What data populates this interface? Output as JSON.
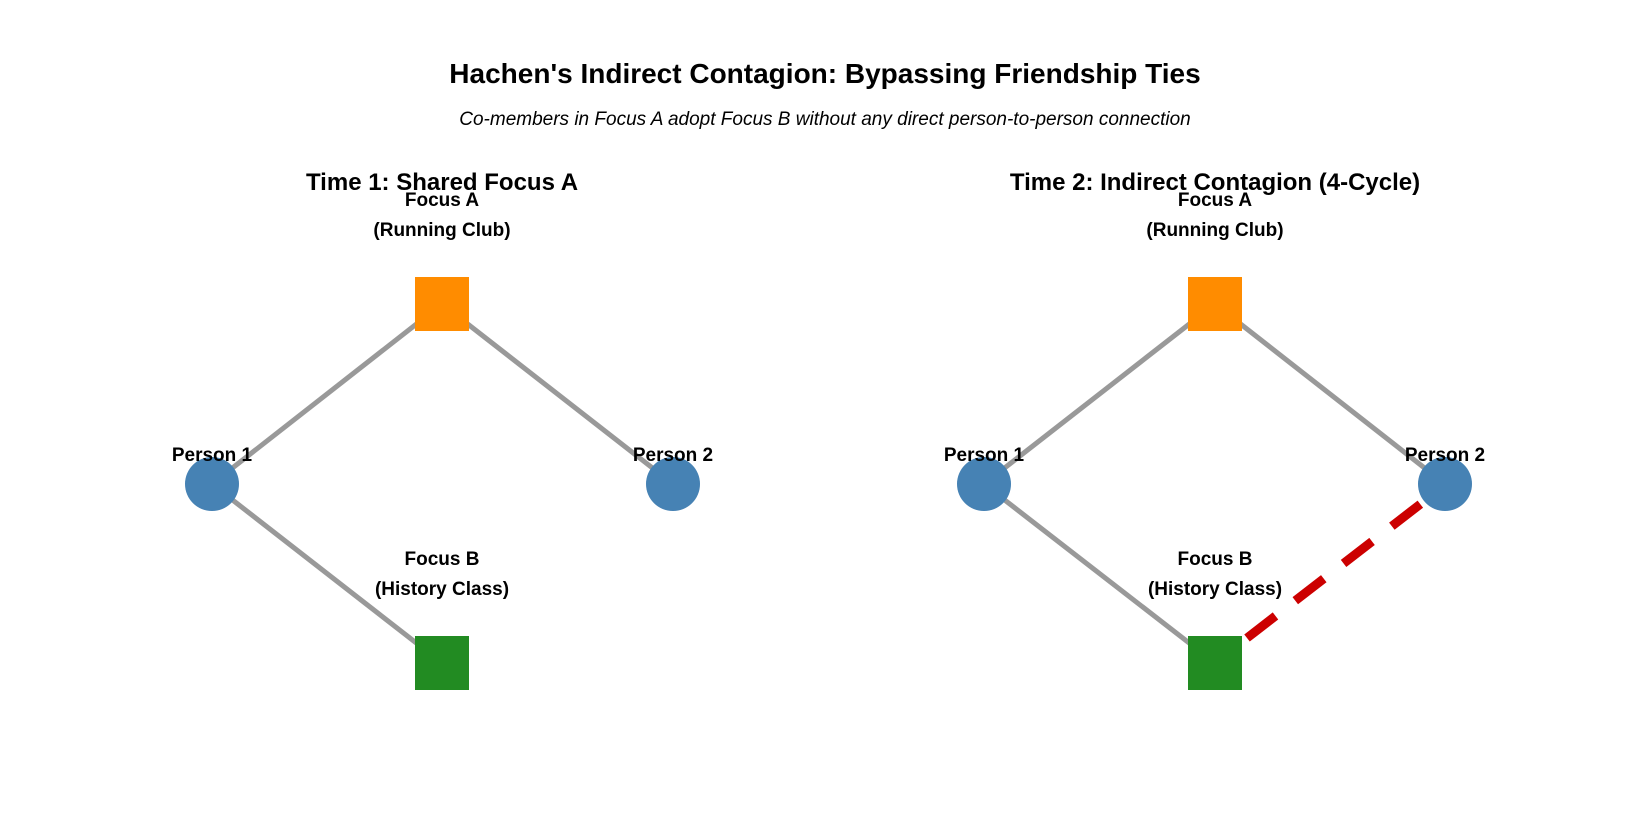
{
  "figure": {
    "title": "Hachen's Indirect Contagion: Bypassing Friendship Ties",
    "subtitle": "Co-members in Focus A adopt Focus B without any direct person-to-person connection"
  },
  "colors": {
    "person": "#4682B4",
    "focus_a": "#FF8C00",
    "focus_b": "#228B22",
    "tie": "#999999",
    "new_tie": "#CC0000"
  },
  "panels": [
    {
      "title": "Time 1: Shared Focus A",
      "nodes": {
        "focus_a": {
          "line1": "Focus A",
          "line2": "(Running Club)"
        },
        "person1": {
          "label": "Person 1"
        },
        "person2": {
          "label": "Person 2"
        },
        "focus_b": {
          "line1": "Focus B",
          "line2": "(History Class)"
        }
      },
      "edges": [
        {
          "from": "person1",
          "to": "focus_a",
          "style": "solid"
        },
        {
          "from": "person2",
          "to": "focus_a",
          "style": "solid"
        },
        {
          "from": "person1",
          "to": "focus_b",
          "style": "solid"
        }
      ]
    },
    {
      "title": "Time 2: Indirect Contagion (4-Cycle)",
      "nodes": {
        "focus_a": {
          "line1": "Focus A",
          "line2": "(Running Club)"
        },
        "person1": {
          "label": "Person 1"
        },
        "person2": {
          "label": "Person 2"
        },
        "focus_b": {
          "line1": "Focus B",
          "line2": "(History Class)"
        }
      },
      "edges": [
        {
          "from": "person1",
          "to": "focus_a",
          "style": "solid"
        },
        {
          "from": "person2",
          "to": "focus_a",
          "style": "solid"
        },
        {
          "from": "person1",
          "to": "focus_b",
          "style": "solid"
        },
        {
          "from": "person2",
          "to": "focus_b",
          "style": "dashed"
        }
      ]
    }
  ]
}
